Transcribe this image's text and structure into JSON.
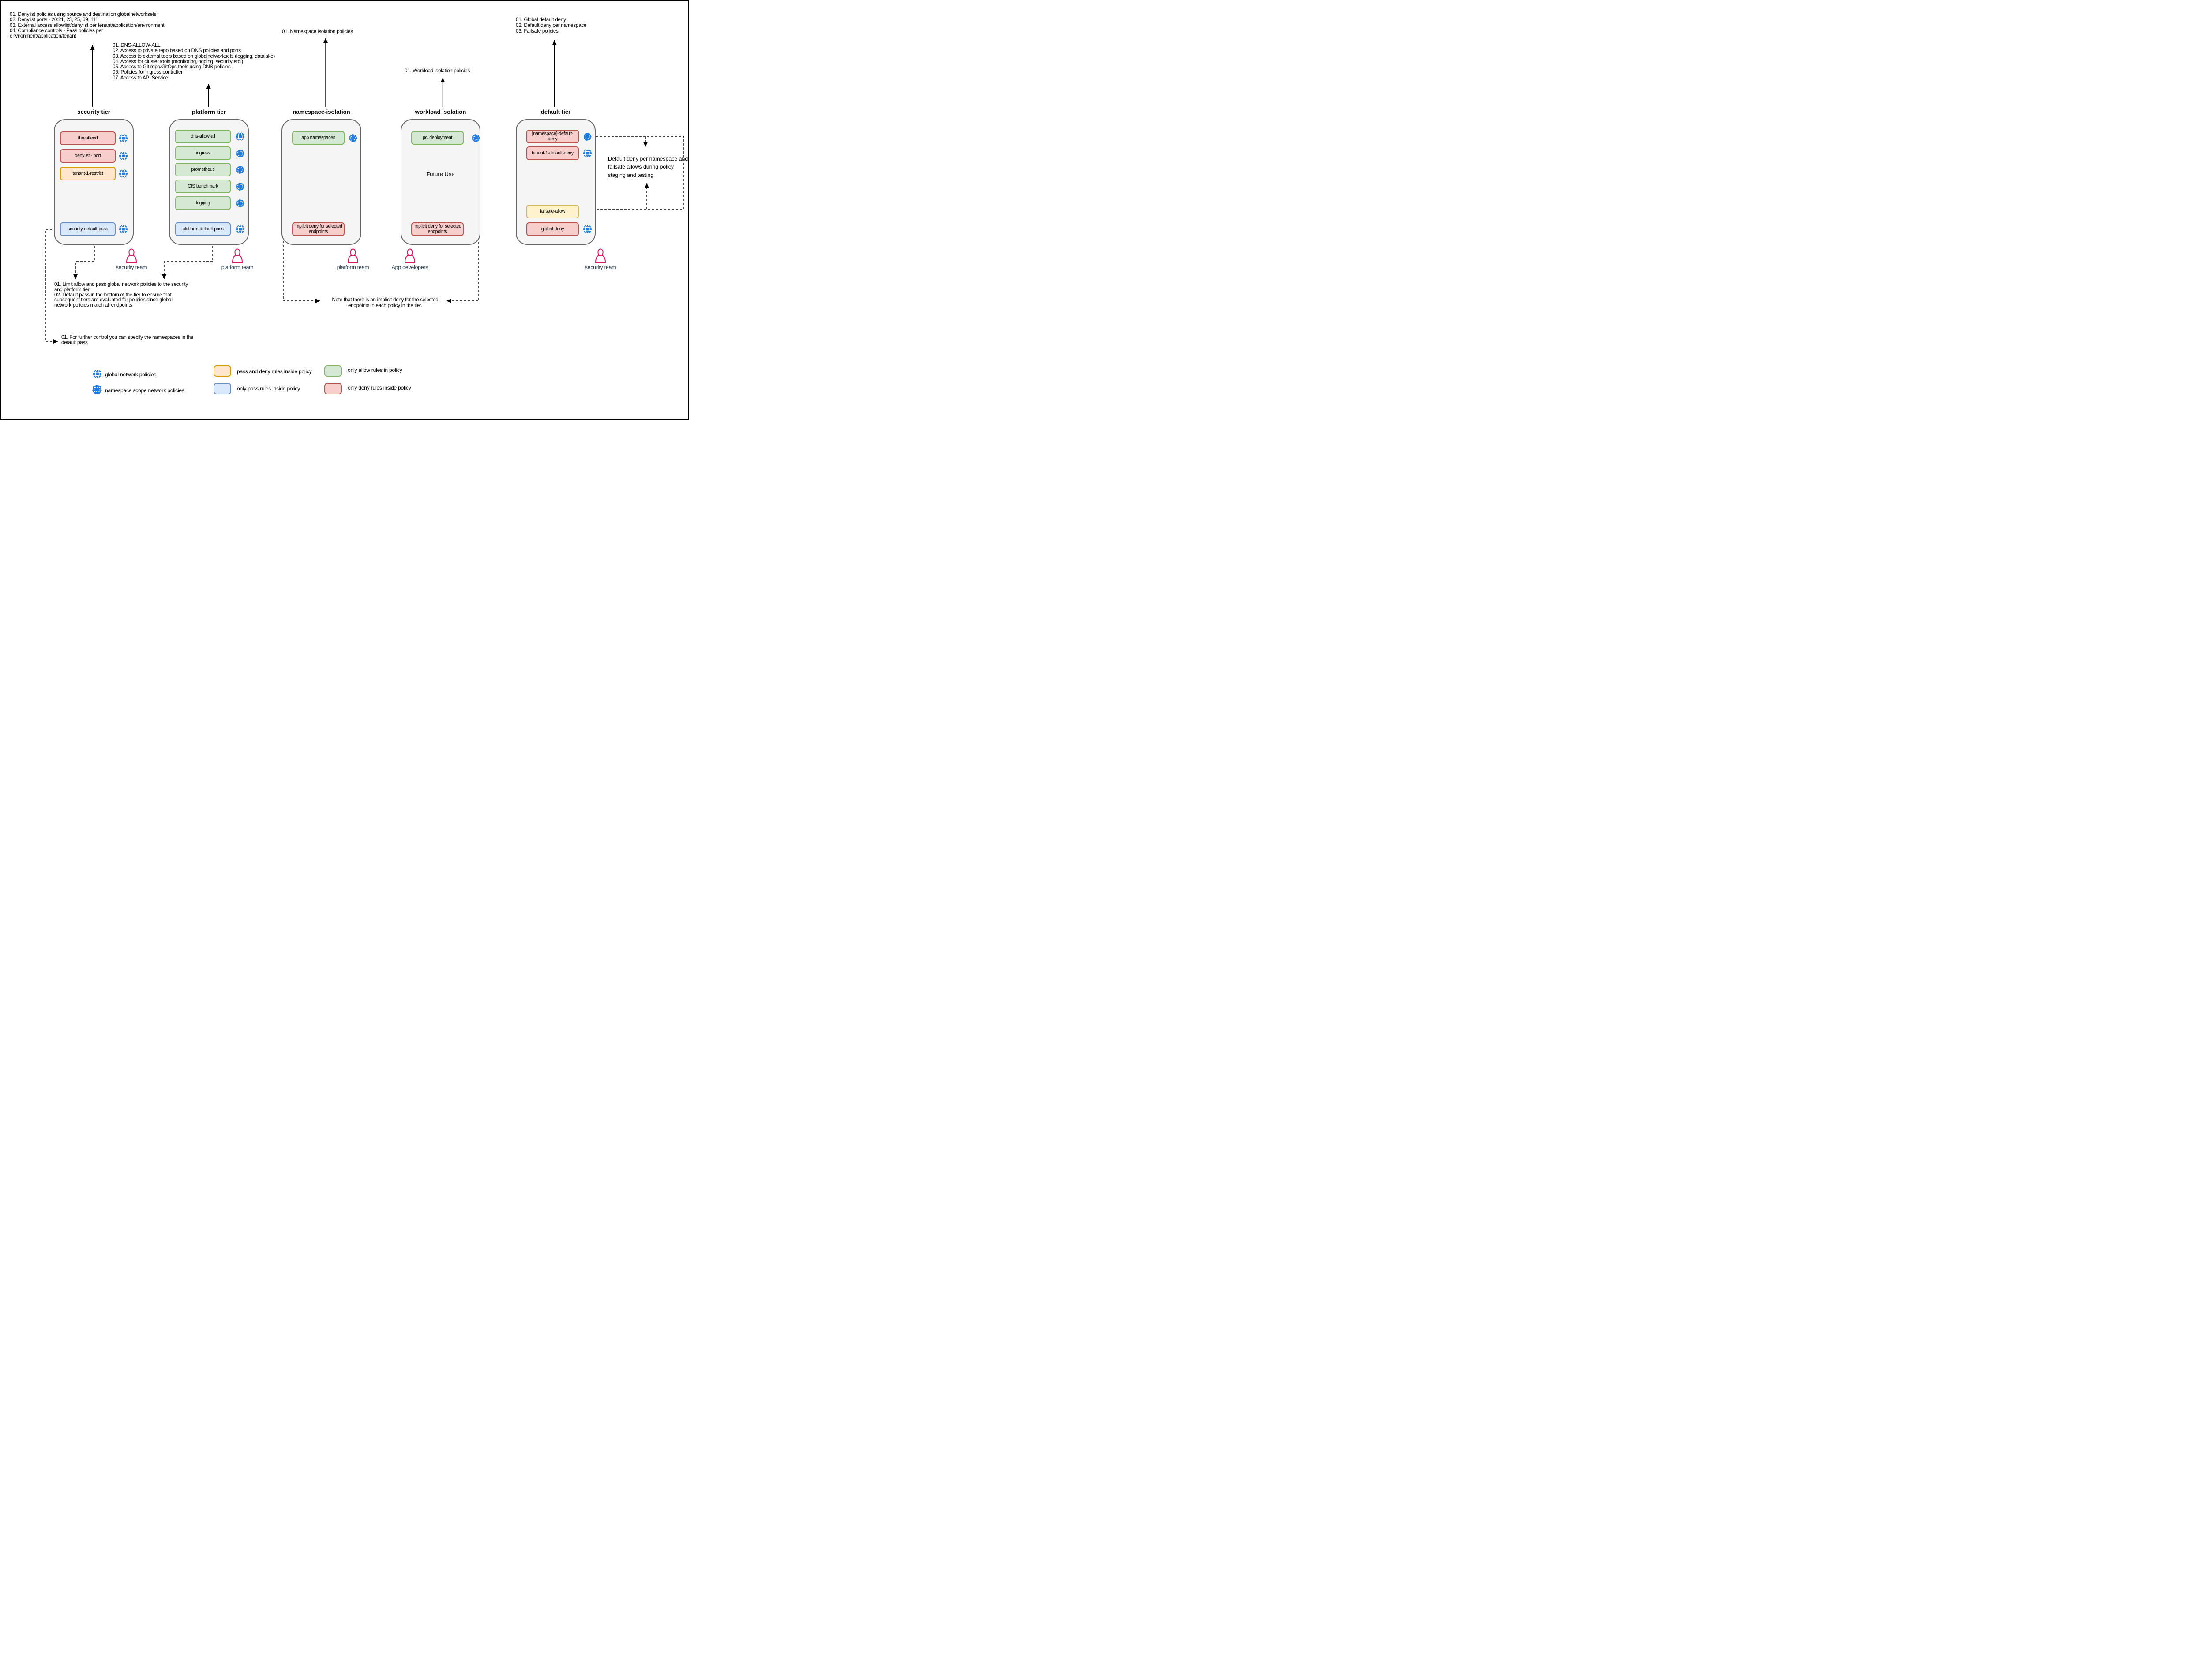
{
  "annotations": {
    "security": "01. Denylist policies using source and destination globalnetworksets\n02. Denylist ports - 20:21, 23, 25, 69, 111\n03. External access allowlist/denylist per tenant/application/environment\n04. Compliance controls - Pass policies per\nenvironment/application/tenant",
    "platform": "01. DNS-ALLOW-ALL\n02. Access to private repo based on DNS policies and ports\n03. Access to external tools based on globalnetworksets (logging, datalake)\n04. Access for cluster tools (monitoring,logging, security etc.)\n05. Access to Git repo/GitOps tools using DNS policies\n06. Policies for ingress controller\n07. Access to API Service",
    "namespace": "01. Namespace isolation policies",
    "workload": "01. Workload isolation policies",
    "default_tier": "01. Global default deny\n02. Default deny per namespace\n03. Failsafe policies",
    "bottom_note_1": "01. Limit allow and pass global network policies to the security\nand platform tier\n02. Default pass in the bottom of the tier to ensure that\nsubsequent tiers are evaluated for policies since global\nnetwork policies match all endpoints",
    "bottom_note_2": "01. For further control you can specify the namespaces in the\ndefault pass",
    "note_center": "Note that there is an implicit deny for the selected\nendpoints in each policy in the tier.",
    "right_note": "Default deny per namespace and\nfailsafe allows during policy\nstaging and testing"
  },
  "tiers": [
    {
      "id": "security",
      "title": "security tier",
      "team": "security team",
      "policies": [
        {
          "label": "threatfeed",
          "variant": "deny",
          "icon": "globe-icon"
        },
        {
          "label": "denylist - port",
          "variant": "deny",
          "icon": "globe-icon"
        },
        {
          "label": "tenant-1-restrict",
          "variant": "passdeny",
          "icon": "globe-icon"
        },
        {
          "label": "security-default-pass",
          "variant": "pass",
          "icon": "globe-icon"
        }
      ]
    },
    {
      "id": "platform",
      "title": "platform tier",
      "team": "platform team",
      "policies": [
        {
          "label": "dns-allow-all",
          "variant": "allow",
          "icon": "globe-icon"
        },
        {
          "label": "ingress",
          "variant": "allow",
          "icon": "namespace-icon"
        },
        {
          "label": "prometheus",
          "variant": "allow",
          "icon": "namespace-icon"
        },
        {
          "label": "CIS benchmark",
          "variant": "allow",
          "icon": "namespace-icon"
        },
        {
          "label": "logging",
          "variant": "allow",
          "icon": "namespace-icon"
        },
        {
          "label": "platform-default-pass",
          "variant": "pass",
          "icon": "globe-icon"
        }
      ]
    },
    {
      "id": "namespace",
      "title": "namespace-isolation",
      "team": "platform team",
      "policies": [
        {
          "label": "app namespaces",
          "variant": "allow",
          "icon": "namespace-icon"
        },
        {
          "label": "implicit deny for selected endpoints",
          "variant": "deny",
          "icon": "none"
        }
      ]
    },
    {
      "id": "workload",
      "title": "workload isolation",
      "team": "App developers",
      "extra": "Future Use",
      "policies": [
        {
          "label": "pci deployment",
          "variant": "allow",
          "icon": "namespace-icon"
        },
        {
          "label": "implicit deny for selected endpoints",
          "variant": "deny",
          "icon": "none"
        }
      ]
    },
    {
      "id": "default",
      "title": "default tier",
      "team": "security team",
      "policies": [
        {
          "label": "[namespace]-default-deny",
          "variant": "deny",
          "icon": "namespace-icon"
        },
        {
          "label": "tenant-1-default-deny",
          "variant": "deny",
          "icon": "globe-icon"
        },
        {
          "label": "failsafe-allow",
          "variant": "failsafe",
          "icon": "none"
        },
        {
          "label": "global-deny",
          "variant": "deny",
          "icon": "globe-icon"
        }
      ]
    }
  ],
  "legend": [
    {
      "kind": "globe-icon",
      "label": "global network policies"
    },
    {
      "kind": "namespace-icon",
      "label": "namespace scope network policies"
    },
    {
      "kind": "swatch",
      "variant": "passdeny",
      "label": "pass and deny rules inside policy"
    },
    {
      "kind": "swatch",
      "variant": "pass",
      "label": "only pass rules inside policy"
    },
    {
      "kind": "swatch",
      "variant": "allow",
      "label": "only allow rules in policy"
    },
    {
      "kind": "swatch",
      "variant": "deny",
      "label": "only deny rules inside policy"
    }
  ],
  "colors": {
    "deny": {
      "fill": "#f8cecc",
      "stroke": "#b85450"
    },
    "passdeny": {
      "fill": "#ffe6cc",
      "stroke": "#d79b00"
    },
    "pass": {
      "fill": "#dae8fc",
      "stroke": "#6c8ebf"
    },
    "allow": {
      "fill": "#d5e8d4",
      "stroke": "#82b366"
    },
    "failsafe": {
      "fill": "#fff2cc",
      "stroke": "#d6b656"
    },
    "container": {
      "fill": "#f5f5f5",
      "stroke": "#666666"
    },
    "icon_blue": "#1e7be0",
    "person": "#d81b60",
    "team_text": "#22384d"
  }
}
